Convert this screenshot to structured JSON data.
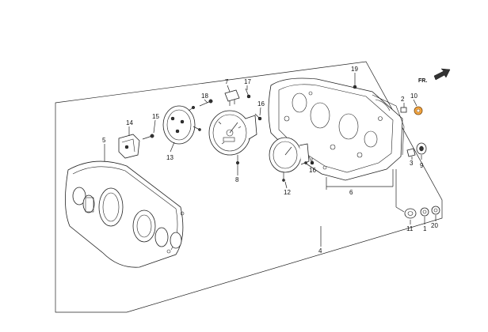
{
  "diagram": {
    "direction_label": "FR.",
    "highlight_color": "#f4a640",
    "part_labels": {
      "p1": "1",
      "p2": "2",
      "p3": "3",
      "p4": "4",
      "p5": "5",
      "p6": "6",
      "p7": "7",
      "p8": "8",
      "p9": "9",
      "p10": "10",
      "p11": "11",
      "p12": "12",
      "p13": "13",
      "p14": "14",
      "p15": "15",
      "p16a": "16",
      "p16b": "16",
      "p17": "17",
      "p18": "18",
      "p19": "19",
      "p20": "20"
    }
  }
}
